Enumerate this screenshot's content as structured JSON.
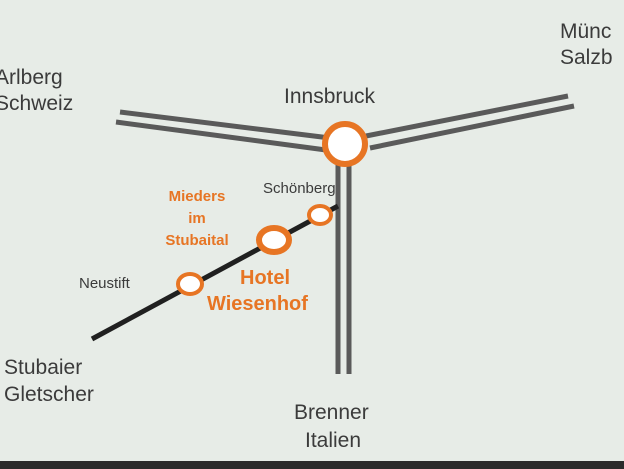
{
  "colors": {
    "background": "#e7ece7",
    "road": "#5a5a5a",
    "valley_road": "#202020",
    "highlight": "#e77524",
    "label": "#3b3b3b"
  },
  "labels": {
    "innsbruck": "Innsbruck",
    "arlberg": "Arlberg",
    "schweiz": "Schweiz",
    "muenchen": "Münc",
    "salzburg": "Salzb",
    "schoenberg": "Schönberg",
    "mieders_line1": "Mieders",
    "mieders_line2": "im",
    "mieders_line3": "Stubaital",
    "hotel_line1": "Hotel",
    "hotel_line2": "Wiesenhof",
    "neustift": "Neustift",
    "stubaier": "Stubaier",
    "gletscher": "Gletscher",
    "brenner": "Brenner",
    "italien": "Italien"
  }
}
